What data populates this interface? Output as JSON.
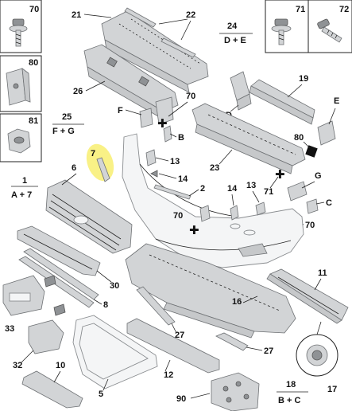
{
  "callouts": {
    "c70": "70",
    "c71": "71",
    "c72": "72",
    "c80": "80",
    "c81": "81",
    "c21": "21",
    "c22": "22",
    "c24": "24",
    "c26": "26",
    "c19": "19",
    "cD": "D",
    "cE": "E",
    "cF": "F",
    "cB": "B",
    "c70b": "70",
    "c13": "13",
    "c14": "14",
    "c2": "2",
    "c14b": "14",
    "c13b": "13",
    "c71b": "71",
    "cG": "G",
    "cC": "C",
    "c70c": "70",
    "c70d": "70",
    "c23": "23",
    "c80b": "80",
    "c6": "6",
    "c7": "7",
    "c1": "1",
    "c30": "30",
    "c8": "8",
    "cA": "A",
    "c11": "11",
    "c16": "16",
    "c33": "33",
    "c32": "32",
    "c10": "10",
    "c5": "5",
    "c12": "12",
    "c27": "27",
    "c27b": "27",
    "c17": "17",
    "c90": "90",
    "c18": "18",
    "c25": "25"
  },
  "groups": {
    "g24": "D + E",
    "g25": "F + G",
    "g1": "A + 7",
    "g18": "B + C"
  },
  "highlighted_callout": "7",
  "fixing_mark": "✚",
  "colors": {
    "highlight": "#f7ec5e",
    "part_fill": "#d2d4d6",
    "line": "#222222"
  }
}
